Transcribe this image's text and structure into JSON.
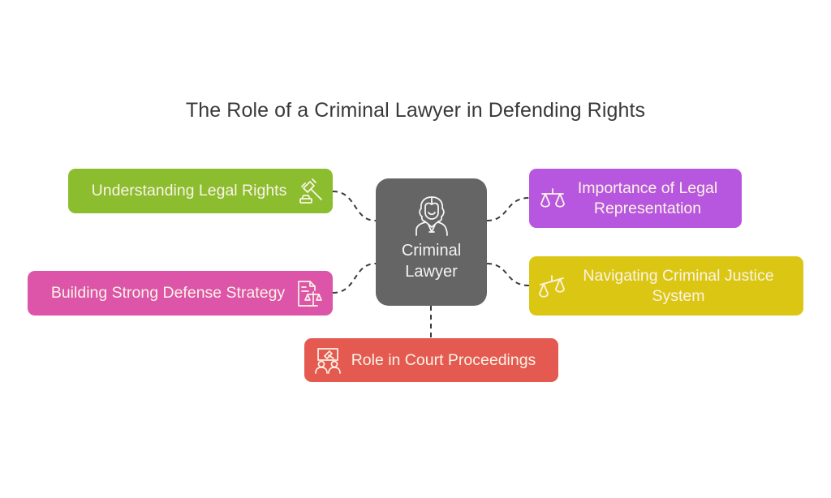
{
  "title": "The Role of a Criminal Lawyer in Defending Rights",
  "center": {
    "label_line1": "Criminal",
    "label_line2": "Lawyer",
    "icon": "judge-icon",
    "color": "#656565"
  },
  "nodes": [
    {
      "id": "understanding",
      "label": "Understanding Legal Rights",
      "icon": "gavel-icon",
      "color": "#8bbd2f",
      "side": "left"
    },
    {
      "id": "defense",
      "label": "Building Strong Defense Strategy",
      "icon": "legal-document-scales-icon",
      "color": "#dc55a8",
      "side": "left"
    },
    {
      "id": "representation",
      "label_line1": "Importance of Legal",
      "label_line2": "Representation",
      "icon": "scales-icon",
      "color": "#b757df",
      "side": "right"
    },
    {
      "id": "navigating",
      "label_line1": "Navigating Criminal Justice",
      "label_line2": "System",
      "icon": "tilted-scales-icon",
      "color": "#dbc713",
      "side": "right"
    },
    {
      "id": "court",
      "label": "Role in Court Proceedings",
      "icon": "courtroom-people-icon",
      "color": "#e45a51",
      "side": "bottom"
    }
  ]
}
